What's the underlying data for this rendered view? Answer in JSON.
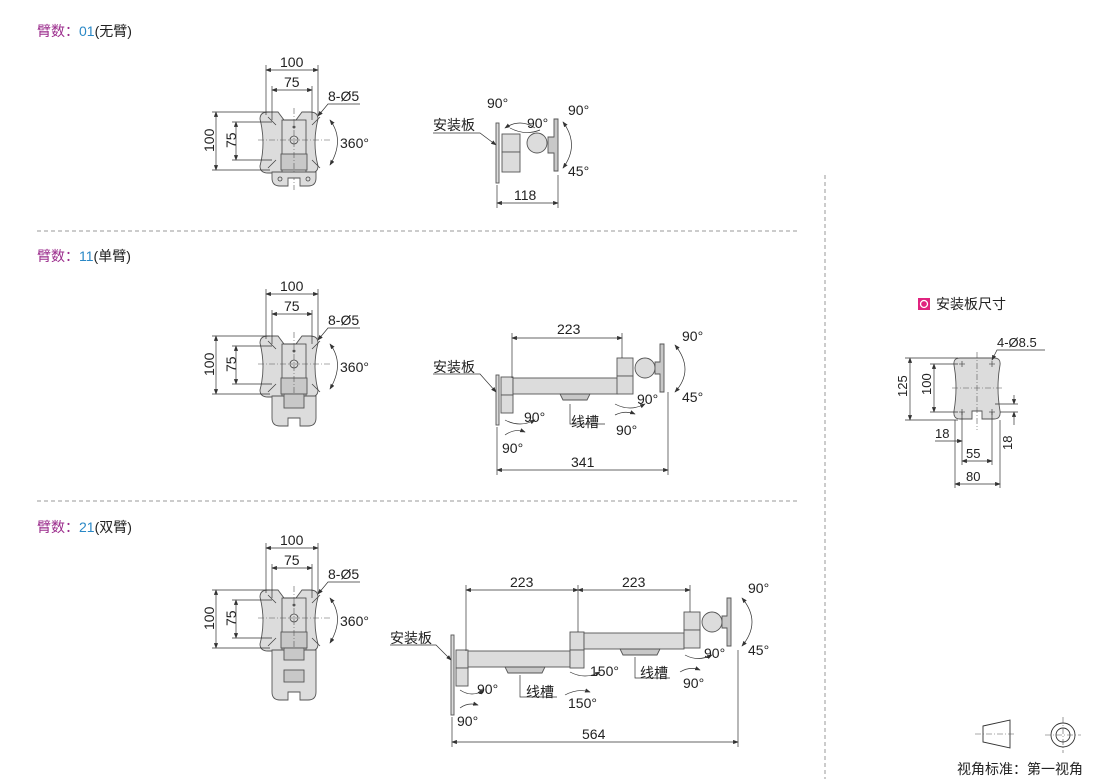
{
  "sections": [
    {
      "key": "臂数：",
      "number": "01",
      "desc": "(无臂)",
      "front": {
        "width_outer": "100",
        "width_inner": "75",
        "holes": "8-Ø5",
        "height_outer": "100",
        "height_inner": "75",
        "rotation": "360°"
      },
      "side": {
        "plate_label": "安装板",
        "angle_a": "90°",
        "angle_b": "90°",
        "tilt_up": "90°",
        "tilt_down": "45°",
        "depth": "118"
      }
    },
    {
      "key": "臂数：",
      "number": "11",
      "desc": "(单臂)",
      "front": {
        "width_outer": "100",
        "width_inner": "75",
        "holes": "8-Ø5",
        "height_outer": "100",
        "height_inner": "75",
        "rotation": "360°"
      },
      "side": {
        "plate_label": "安装板",
        "arm_length": "223",
        "total_length": "341",
        "tilt_up": "90°",
        "tilt_down": "45°",
        "head_swivel": "90°",
        "head_swivel_b": "90°",
        "base_swivel": "90°",
        "base_swivel_b": "90°",
        "cable_slot": "线槽"
      }
    },
    {
      "key": "臂数：",
      "number": "21",
      "desc": "(双臂)",
      "front": {
        "width_outer": "100",
        "width_inner": "75",
        "holes": "8-Ø5",
        "height_outer": "100",
        "height_inner": "75",
        "rotation": "360°"
      },
      "side": {
        "plate_label": "安装板",
        "arm1_length": "223",
        "arm2_length": "223",
        "total_length": "564",
        "tilt_up": "90°",
        "tilt_down": "45°",
        "head_swivel": "90°",
        "head_swivel_b": "90°",
        "joint_a": "150°",
        "joint_b": "150°",
        "base_swivel": "90°",
        "base_swivel_b": "90°",
        "cable_slot_1": "线槽",
        "cable_slot_2": "线槽"
      }
    }
  ],
  "mount_plate": {
    "title": "安装板尺寸",
    "holes": "4-Ø8.5",
    "height_outer": "125",
    "height_inner": "100",
    "edge_left": "18",
    "edge_bottom": "18",
    "hole_spacing": "55",
    "width": "80"
  },
  "projection": {
    "label": "视角标准：第一视角"
  },
  "colors": {
    "key": "#9b2c8c",
    "number": "#2a88c6",
    "badge": "#e0237f"
  }
}
